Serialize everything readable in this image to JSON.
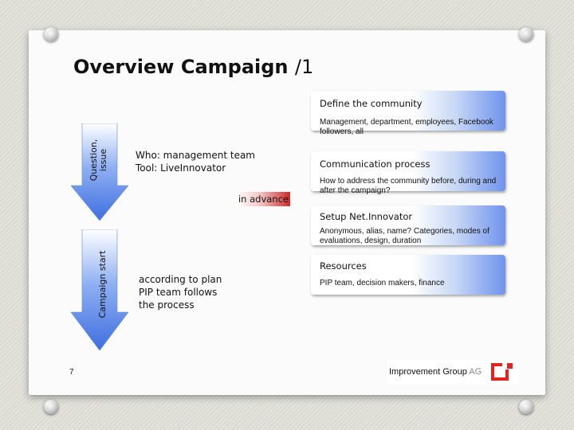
{
  "slide": {
    "title_main": "Overview Campaign",
    "title_suffix": "/1",
    "page_number": "7"
  },
  "arrows": {
    "top_label_line1": "Question,",
    "top_label_line2": "issue",
    "bottom_label": "Campaign start",
    "color": "#3f6fe0"
  },
  "middle": {
    "top_line1": "Who: management team",
    "top_line2": "Tool: LiveInnovator",
    "in_advance": "in advance",
    "bottom_line1": "according to plan",
    "bottom_line2": "PIP team follows",
    "bottom_line3": "the process"
  },
  "steps": [
    {
      "heading": "Define the community",
      "detail": "Management, department, employees, Facebook followers, all"
    },
    {
      "heading": "Communication process",
      "detail": "How to address the community before, during and after the campaign?"
    },
    {
      "heading": "Setup Net.Innovator",
      "detail": "Anonymous, alias, name? Categories, modes of evaluations, design, duration"
    },
    {
      "heading": "Resources",
      "detail": "PIP team, decision makers, finance"
    }
  ],
  "footer": {
    "brand": "Improvement Group",
    "brand_suffix": "AG",
    "logo_color": "#e02424"
  }
}
